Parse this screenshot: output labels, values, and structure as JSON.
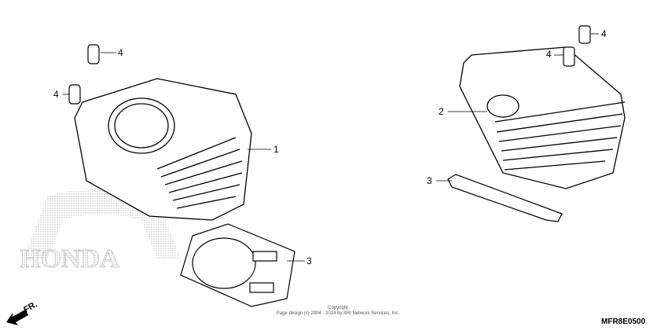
{
  "callouts": [
    {
      "id": "4",
      "label": "4"
    },
    {
      "id": "4b",
      "label": "4"
    },
    {
      "id": "1",
      "label": "1"
    },
    {
      "id": "3",
      "label": "3"
    },
    {
      "id": "4c",
      "label": "4"
    },
    {
      "id": "4d",
      "label": "4"
    },
    {
      "id": "2",
      "label": "2"
    },
    {
      "id": "3b",
      "label": "3"
    }
  ],
  "watermark": "HONDA",
  "direction_label": "FR.",
  "copyright": {
    "line1": "Copyright",
    "line2": "Page design (c) 2004 - 2014 by ARI Network Services, Inc."
  },
  "diagram_code": "MFR8E0500"
}
